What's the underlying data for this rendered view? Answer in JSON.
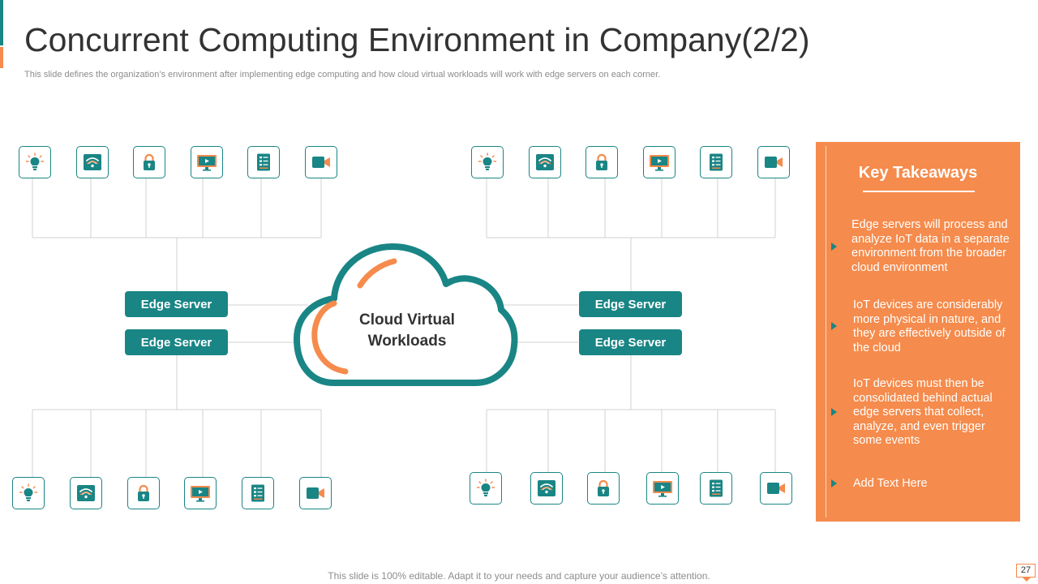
{
  "slide": {
    "title": "Concurrent Computing Environment in Company(2/2)",
    "subtitle": "This slide defines the organization’s environment after implementing edge computing and how cloud virtual workloads will work with edge servers on each corner.",
    "footer": "This slide is 100% editable. Adapt it to your needs and capture your audience’s attention.",
    "page_number": "27"
  },
  "diagram": {
    "cloud_label_line1": "Cloud Virtual",
    "cloud_label_line2": "Workloads",
    "servers": {
      "left_top": "Edge Server",
      "left_bottom": "Edge Server",
      "right_top": "Edge Server",
      "right_bottom": "Edge Server"
    },
    "icon_types": [
      "lightbulb-icon",
      "wifi-icon",
      "lock-icon",
      "monitor-icon",
      "document-icon",
      "video-camera-icon"
    ]
  },
  "takeaways": {
    "title": "Key Takeaways",
    "items": [
      "Edge servers will process and analyze IoT data in a separate environment from the broader cloud environment",
      "IoT devices are considerably more physical in nature, and they are effectively outside of the cloud",
      "IoT devices must then be consolidated behind actual edge servers that collect, analyze, and even trigger some events",
      "Add Text Here"
    ]
  },
  "colors": {
    "teal": "#1a8585",
    "orange": "#f58b4c",
    "text_dark": "#333333",
    "text_muted": "#8c8c8c",
    "connector": "#d0d0d0"
  }
}
